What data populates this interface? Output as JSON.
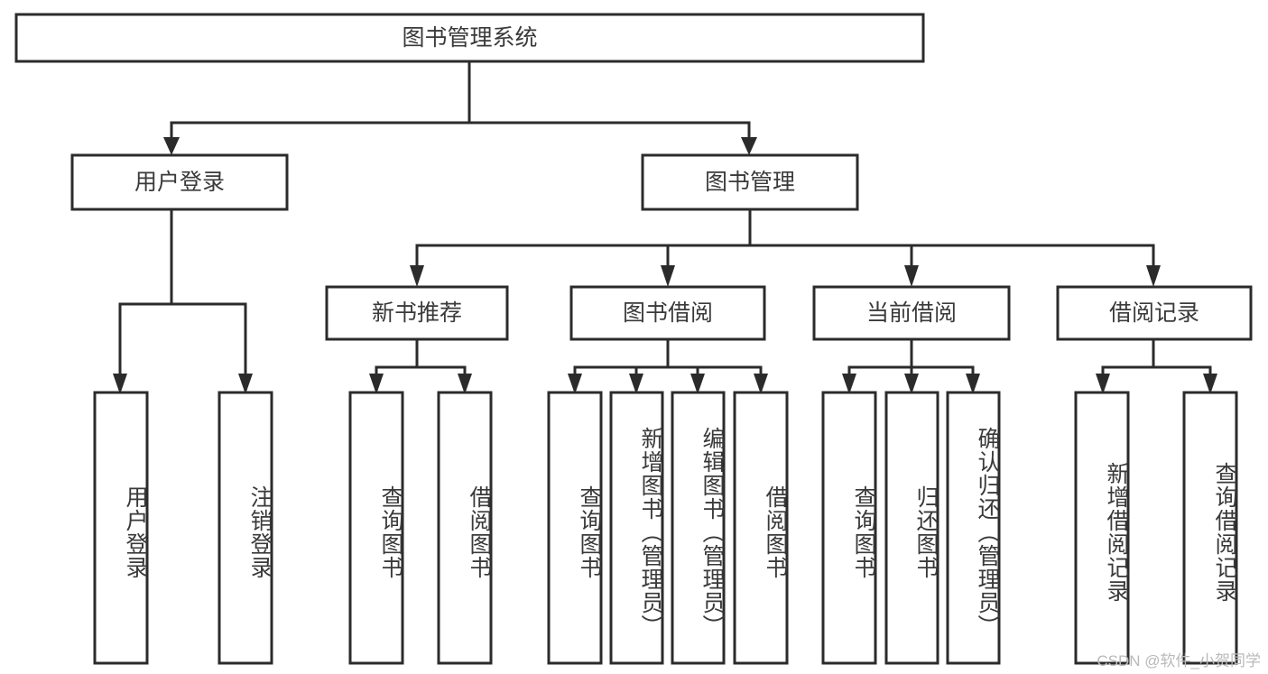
{
  "diagram": {
    "title": "图书管理系统",
    "type": "hierarchy-tree",
    "watermark": "CSDN @软件_小贺同学",
    "colors": {
      "stroke": "#2b2b2b",
      "box_fill": "#ffffff",
      "text": "#3a3a3a",
      "background": "#ffffff",
      "watermark": "#b9b9b9"
    },
    "nodes": {
      "root": {
        "label": "图书管理系统"
      },
      "level1": [
        {
          "label": "用户登录"
        },
        {
          "label": "图书管理"
        }
      ],
      "level2": [
        {
          "label": "新书推荐"
        },
        {
          "label": "图书借阅"
        },
        {
          "label": "当前借阅"
        },
        {
          "label": "借阅记录"
        }
      ],
      "leaves": {
        "user_login": [
          {
            "label": "用户登录"
          },
          {
            "label": "注销登录"
          }
        ],
        "new_book_recommend": [
          {
            "label": "查询图书"
          },
          {
            "label": "借阅图书"
          }
        ],
        "book_borrow": [
          {
            "label": "查询图书"
          },
          {
            "label": "新增图书（管理员）"
          },
          {
            "label": "编辑图书（管理员）"
          },
          {
            "label": "借阅图书"
          }
        ],
        "current_borrow": [
          {
            "label": "查询图书"
          },
          {
            "label": "归还图书"
          },
          {
            "label": "确认归还（管理员）"
          }
        ],
        "borrow_records": [
          {
            "label": "新增借阅记录"
          },
          {
            "label": "查询借阅记录"
          }
        ]
      }
    }
  }
}
